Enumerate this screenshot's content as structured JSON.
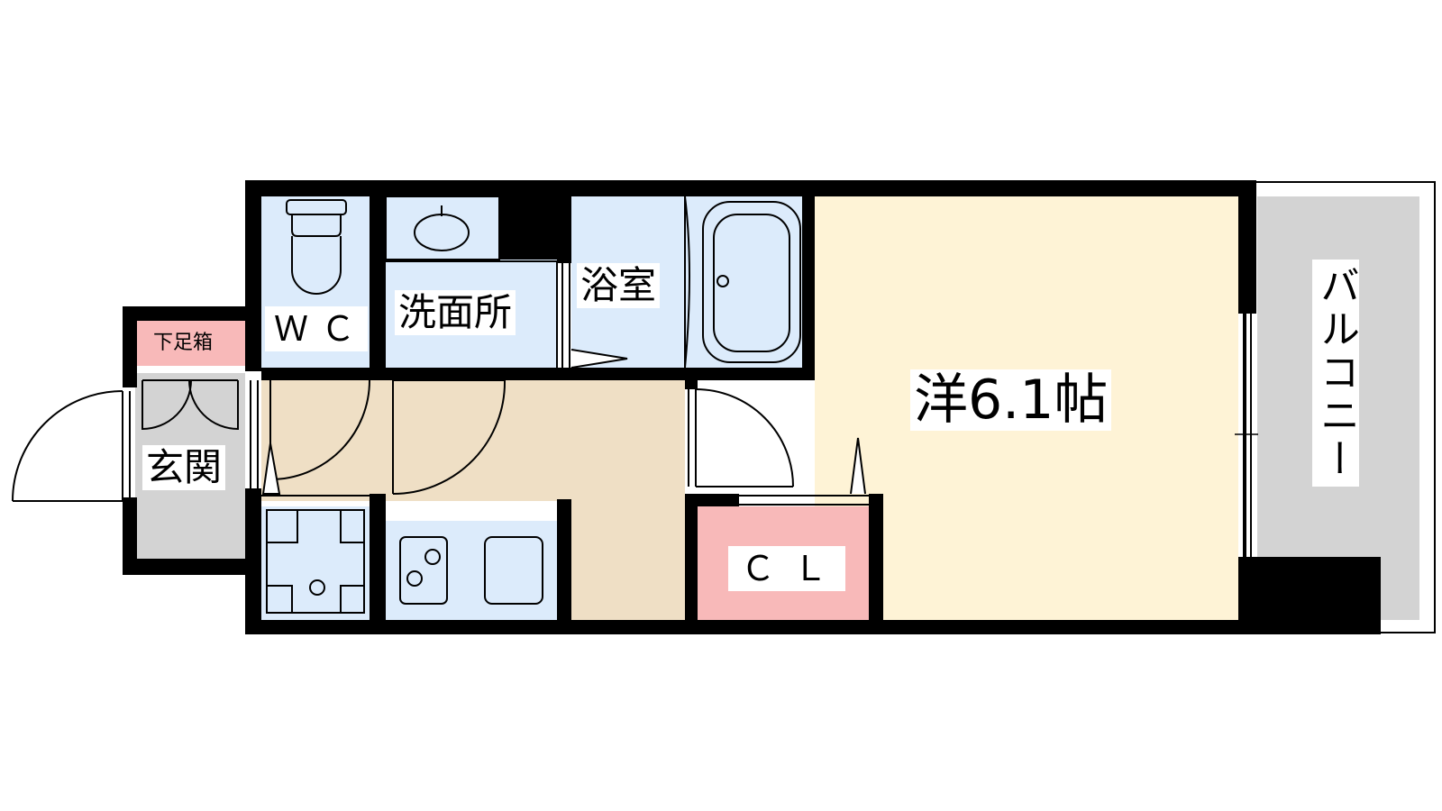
{
  "rooms": {
    "western_room": "洋6.1帖",
    "bathroom": "浴室",
    "washroom": "洗面所",
    "toilet": "ＷＣ",
    "closet": "ＣＬ",
    "entrance": "玄関",
    "shoe_box": "下足箱",
    "balcony": "バルコニー"
  },
  "colors": {
    "wall": "#000000",
    "western_room": "#fef3d6",
    "wet_area": "#dcebfb",
    "corridor": "#efdfc5",
    "closet": "#f8b9b9",
    "entrance": "#d3d3d3",
    "balcony": "#d3d3d3"
  }
}
